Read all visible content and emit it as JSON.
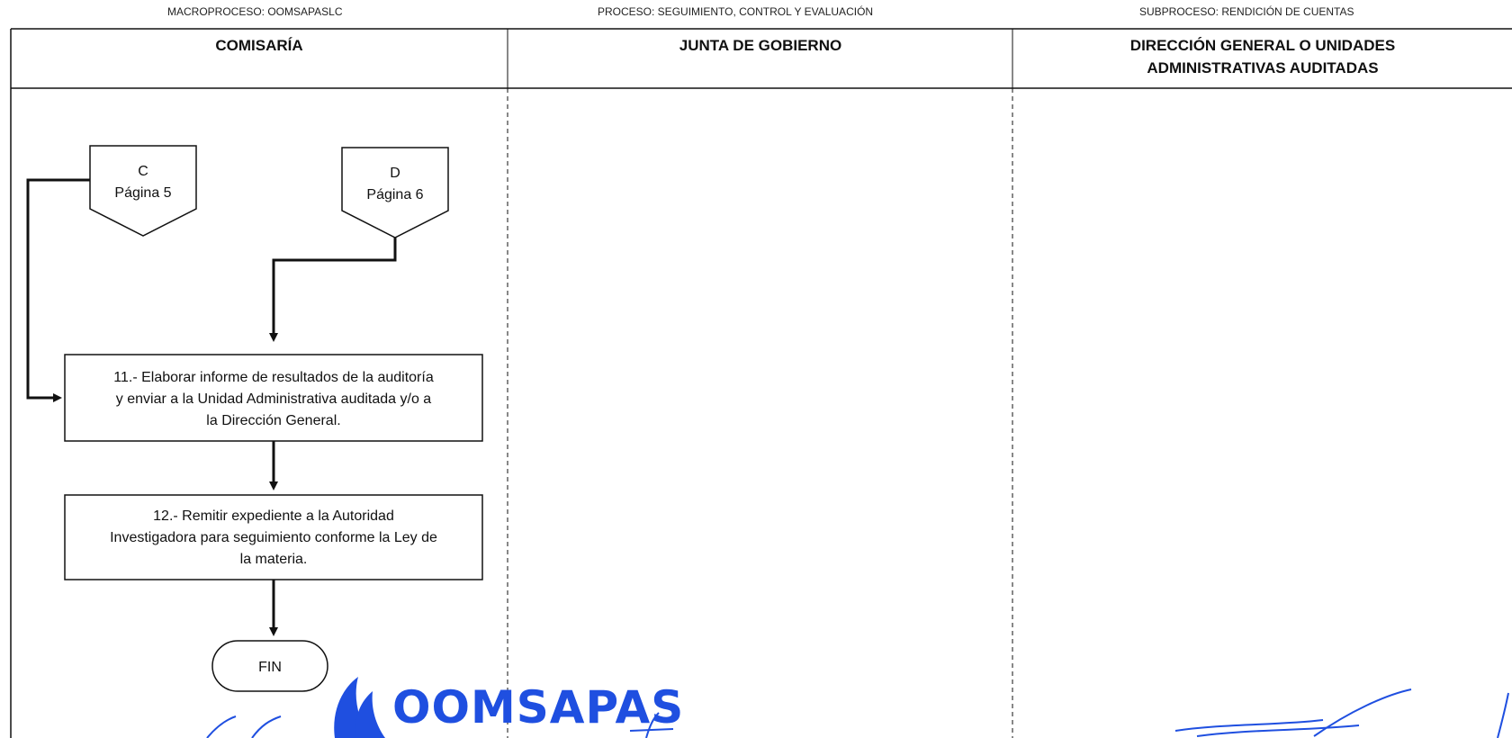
{
  "header": {
    "macroproceso": "MACROPROCESO: OOMSAPASLC",
    "proceso": "PROCESO: SEGUIMIENTO, CONTROL Y EVALUACIÓN",
    "subproceso": "SUBPROCESO: RENDICIÓN DE CUENTAS"
  },
  "lanes": [
    {
      "title": "COMISARÍA"
    },
    {
      "title": "JUNTA DE GOBIERNO"
    },
    {
      "title_line1": "DIRECCIÓN GENERAL O UNIDADES",
      "title_line2": "ADMINISTRATIVAS AUDITADAS"
    }
  ],
  "connectors": {
    "c": {
      "letter": "C",
      "page": "Página 5"
    },
    "d": {
      "letter": "D",
      "page": "Página 6"
    }
  },
  "steps": {
    "step11": {
      "line1": "11.- Elaborar informe de resultados de la auditoría",
      "line2": "y enviar a la Unidad Administrativa auditada y/o a",
      "line3": "la Dirección General."
    },
    "step12": {
      "line1": "12.- Remitir expediente a la Autoridad",
      "line2": "Investigadora para seguimiento conforme la Ley de",
      "line3": "la materia."
    }
  },
  "terminator": {
    "label": "FIN"
  },
  "logo": {
    "text": "OOMSAPAS",
    "color": "#1f4fe0"
  },
  "colors": {
    "line": "#111111",
    "signature": "#1f4fe0"
  }
}
